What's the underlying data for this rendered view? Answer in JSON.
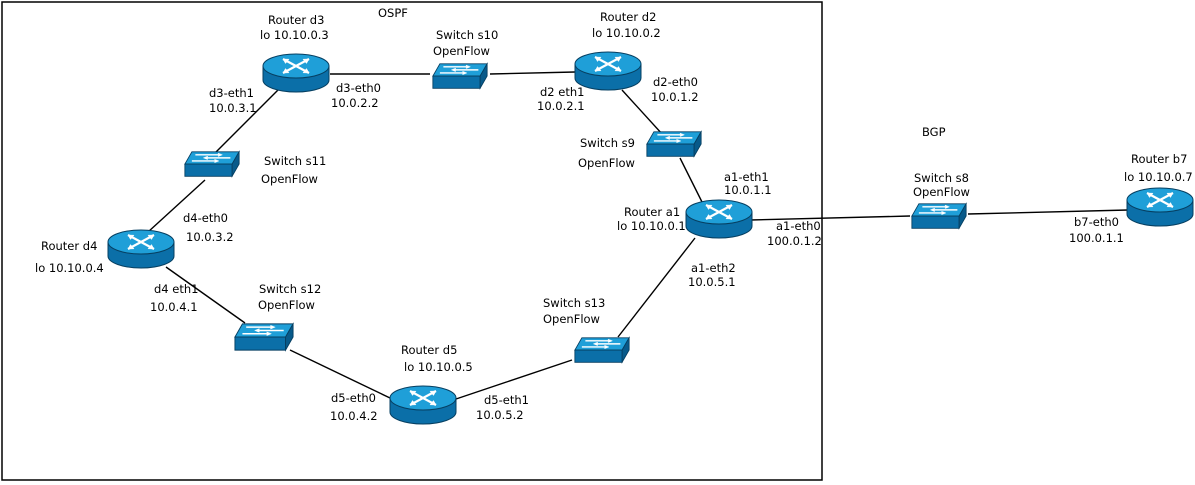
{
  "areas": {
    "ospf_label": "OSPF",
    "bgp_label": "BGP"
  },
  "colors": {
    "device_top": "#1f9fd8",
    "device_side": "#0b6fa8",
    "line": "#000000",
    "frame": "#000000"
  },
  "routers": [
    {
      "id": "d3",
      "title": "Router d3",
      "lo": "lo 10.10.0.3",
      "icon": "router-icon"
    },
    {
      "id": "d2",
      "title": "Router d2",
      "lo": "lo 10.10.0.2",
      "icon": "router-icon"
    },
    {
      "id": "d4",
      "title": "Router d4",
      "lo": "lo 10.10.0.4",
      "icon": "router-icon"
    },
    {
      "id": "a1",
      "title": "Router a1",
      "lo": "lo 10.10.0.1",
      "icon": "router-icon"
    },
    {
      "id": "d5",
      "title": "Router d5",
      "lo": "lo 10.10.0.5",
      "icon": "router-icon"
    },
    {
      "id": "b7",
      "title": "Router b7",
      "lo": "lo 10.10.0.7",
      "icon": "router-icon"
    }
  ],
  "switches": [
    {
      "id": "s10",
      "title": "Switch s10",
      "sub": "OpenFlow",
      "icon": "switch-icon"
    },
    {
      "id": "s11",
      "title": "Switch s11",
      "sub": "OpenFlow",
      "icon": "switch-icon"
    },
    {
      "id": "s9",
      "title": "Switch s9",
      "sub": "OpenFlow",
      "icon": "switch-icon"
    },
    {
      "id": "s8",
      "title": "Switch s8",
      "sub": "OpenFlow",
      "icon": "switch-icon"
    },
    {
      "id": "s12",
      "title": "Switch s12",
      "sub": "OpenFlow",
      "icon": "switch-icon"
    },
    {
      "id": "s13",
      "title": "Switch s13",
      "sub": "OpenFlow",
      "icon": "switch-icon"
    }
  ],
  "interfaces": [
    {
      "id": "d3-eth1",
      "name": "d3-eth1",
      "ip": "10.0.3.1"
    },
    {
      "id": "d3-eth0",
      "name": "d3-eth0",
      "ip": "10.0.2.2"
    },
    {
      "id": "d2-eth1",
      "name": "d2 eth1",
      "ip": "10.0.2.1"
    },
    {
      "id": "d2-eth0",
      "name": "d2-eth0",
      "ip": "10.0.1.2"
    },
    {
      "id": "a1-eth1",
      "name": "a1-eth1",
      "ip": "10.0.1.1"
    },
    {
      "id": "a1-eth0",
      "name": "a1-eth0",
      "ip": "100.0.1.2"
    },
    {
      "id": "a1-eth2",
      "name": "a1-eth2",
      "ip": "10.0.5.1"
    },
    {
      "id": "d4-eth0",
      "name": "d4-eth0",
      "ip": "10.0.3.2"
    },
    {
      "id": "d4-eth1",
      "name": "d4 eth1",
      "ip": "10.0.4.1"
    },
    {
      "id": "d5-eth0",
      "name": "d5-eth0",
      "ip": "10.0.4.2"
    },
    {
      "id": "d5-eth1",
      "name": "d5-eth1",
      "ip": "10.0.5.2"
    },
    {
      "id": "b7-eth0",
      "name": "b7-eth0",
      "ip": "100.0.1.1"
    }
  ]
}
